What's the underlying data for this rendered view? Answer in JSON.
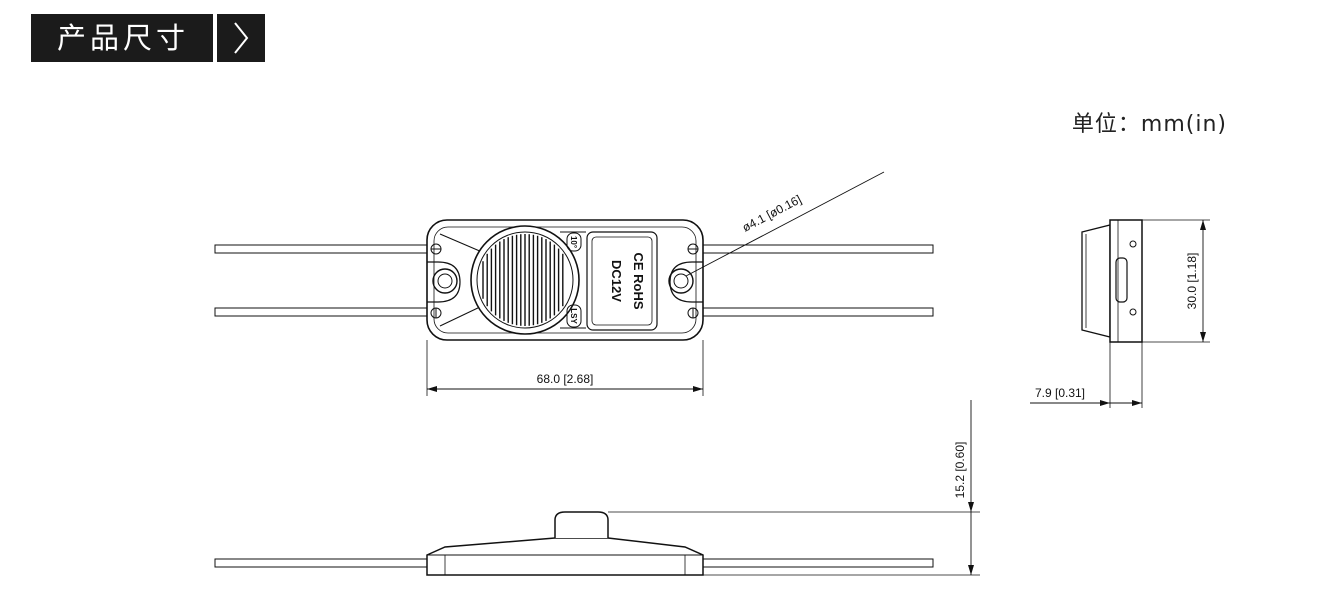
{
  "header": {
    "title": "产品尺寸图",
    "arrow_icon": "chevron-right-icon"
  },
  "unit_label": "单位：mm(in)",
  "dimensions": {
    "length": "68.0 [2.68]",
    "hole": "ø4.1 [ø0.16]",
    "width": "30.0 [1.18]",
    "thickness": "7.9 [0.31]",
    "height": "15.2 [0.60]"
  },
  "module_marks": {
    "voltage": "DC12V",
    "compliance": "CE RoHS",
    "angle_top": "10°",
    "brand": "LSY"
  },
  "colors": {
    "header_bg": "#1b1b1b",
    "line": "#111111"
  }
}
